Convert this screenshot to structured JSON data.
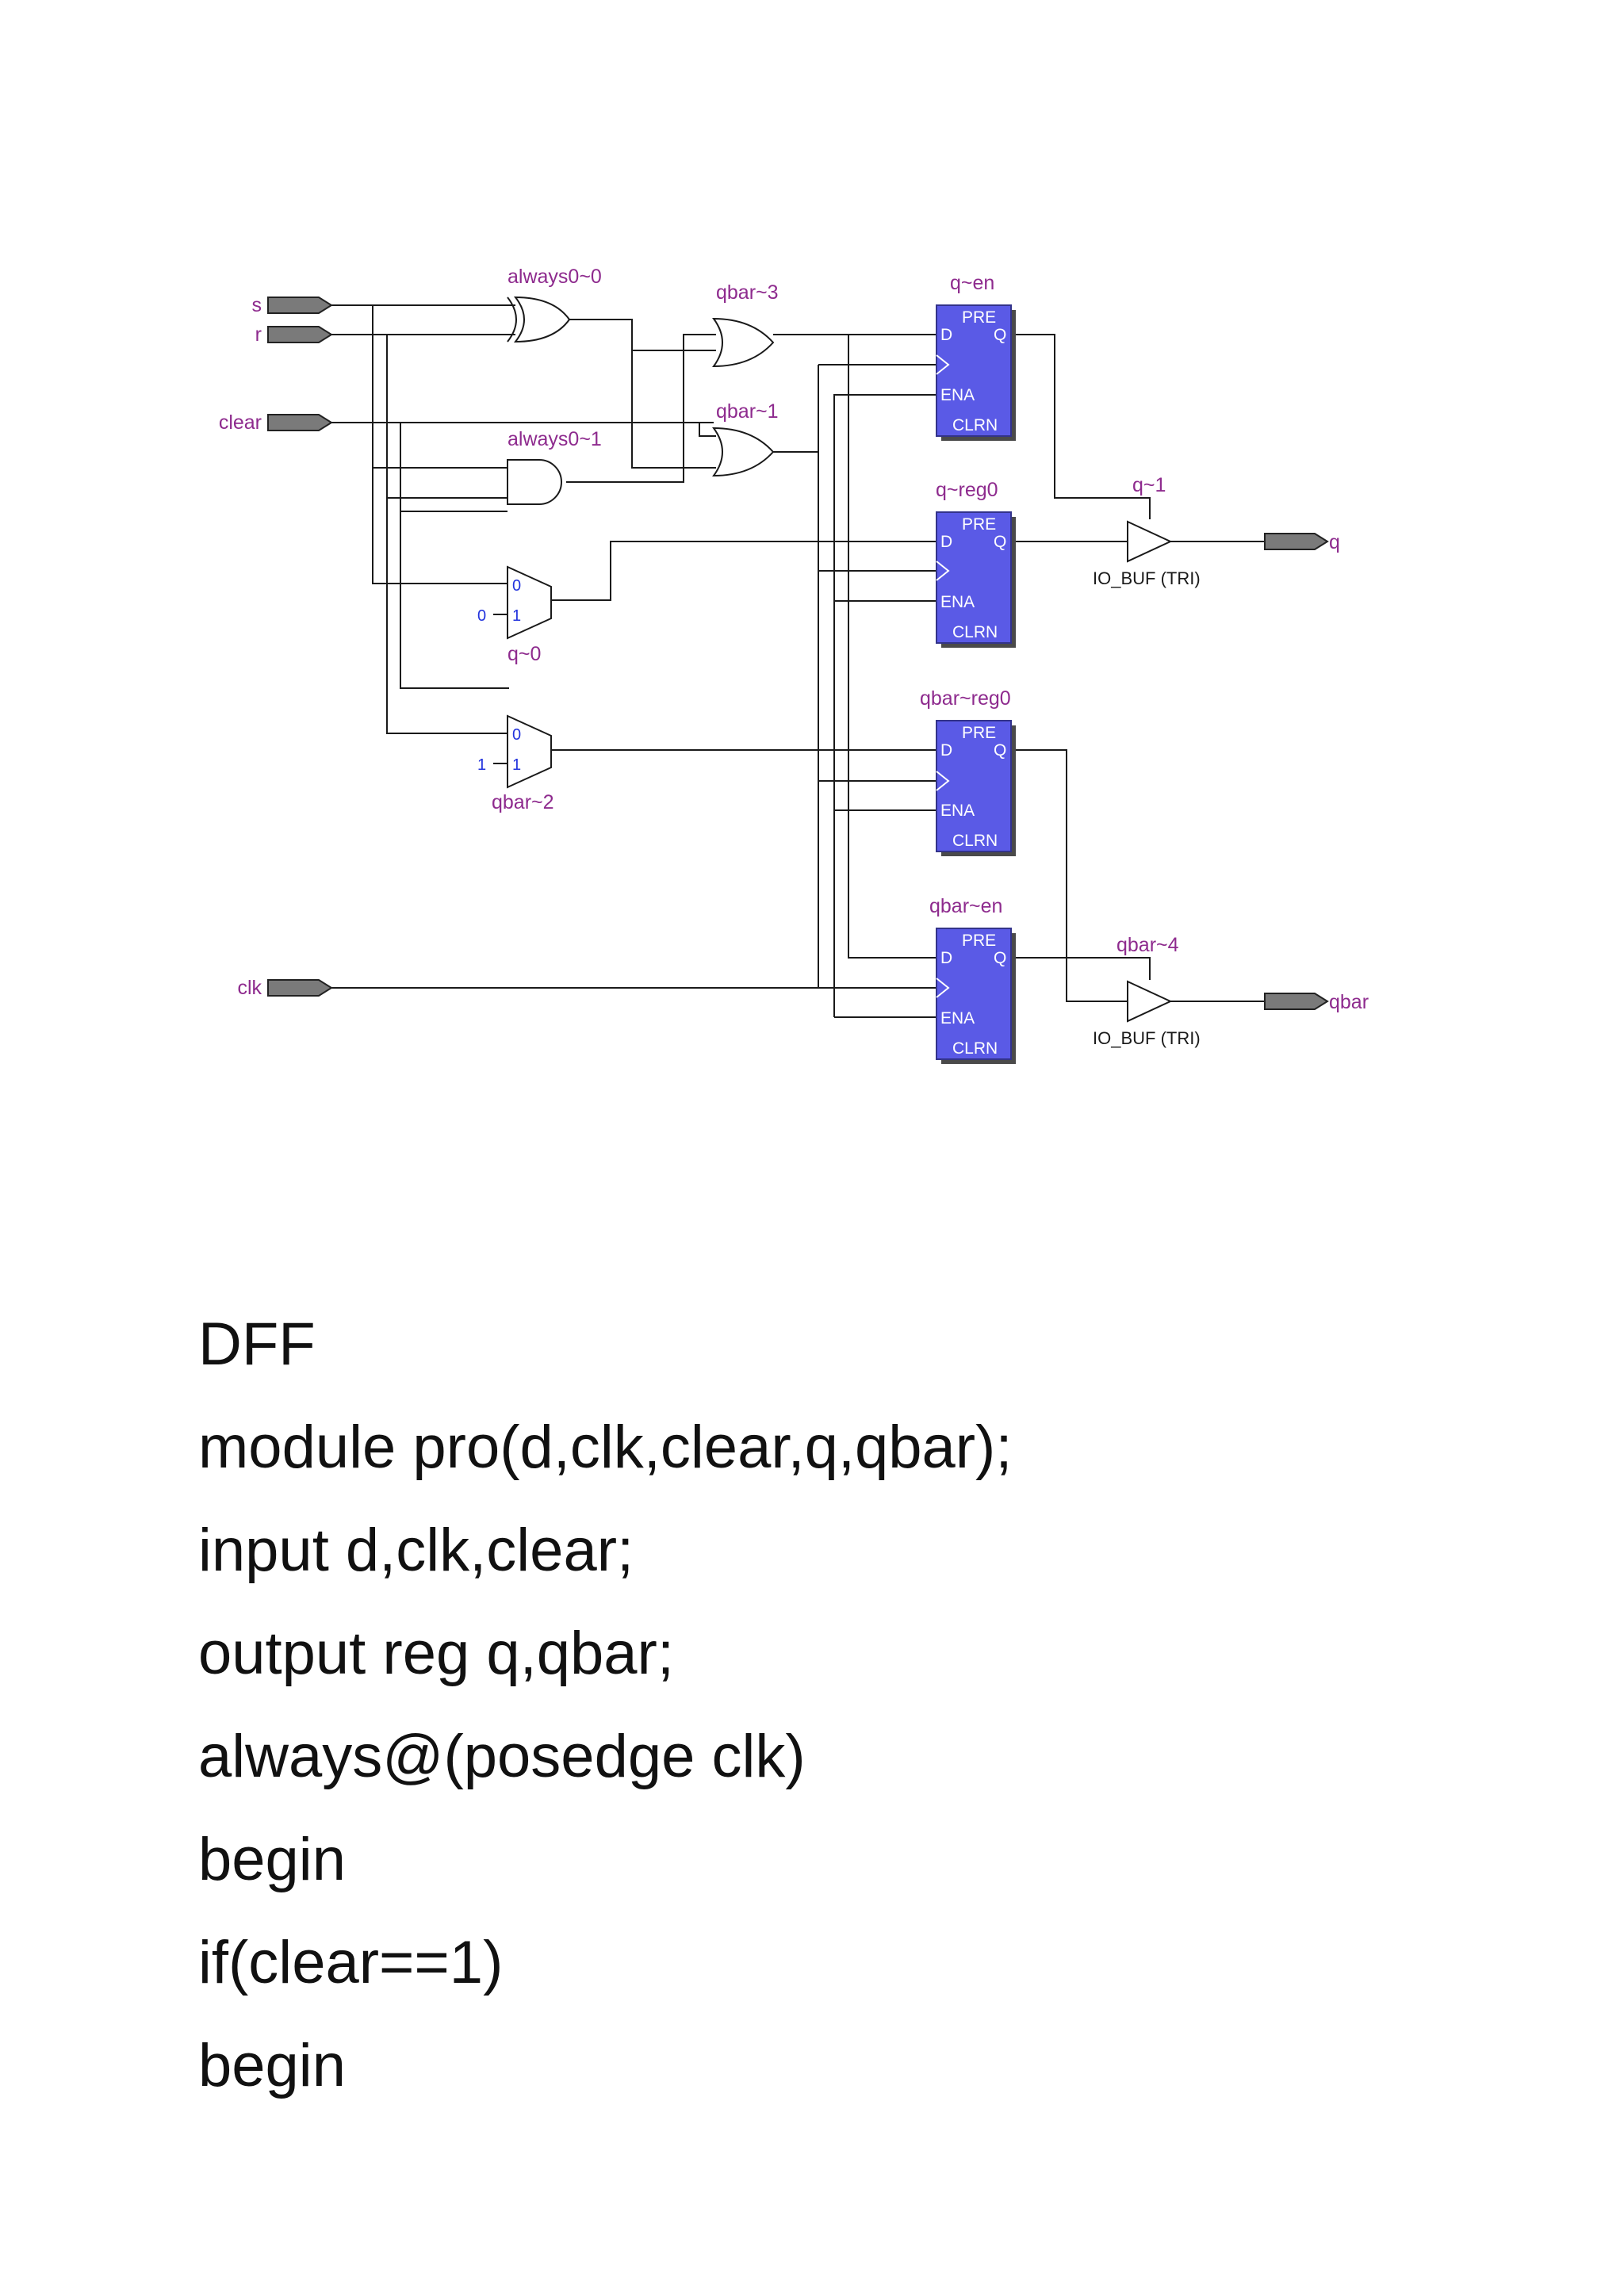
{
  "schematic": {
    "input_ports": {
      "s": "s",
      "r": "r",
      "clear": "clear",
      "clk": "clk"
    },
    "output_ports": {
      "q": "q",
      "qbar": "qbar"
    },
    "gate_labels": {
      "xor": "always0~0",
      "and": "always0~1",
      "or_top": "qbar~3",
      "or_mid": "qbar~1",
      "mux_q": "q~0",
      "mux_qbar": "qbar~2"
    },
    "mux_pins": {
      "zero": "0",
      "one": "1"
    },
    "mux_constants": {
      "q": "0",
      "qbar": "1"
    },
    "registers": [
      {
        "name": "q~en"
      },
      {
        "name": "q~reg0"
      },
      {
        "name": "qbar~reg0"
      },
      {
        "name": "qbar~en"
      }
    ],
    "register_pins": {
      "pre": "PRE",
      "d": "D",
      "q": "Q",
      "ena": "ENA",
      "clrn": "CLRN"
    },
    "buffers": [
      {
        "name": "q~1",
        "type": "IO_BUF (TRI)"
      },
      {
        "name": "qbar~4",
        "type": "IO_BUF (TRI)"
      }
    ]
  },
  "code_lines": [
    "DFF",
    "module pro(d,clk,clear,q,qbar);",
    "input d,clk,clear;",
    "output reg q,qbar;",
    "always@(posedge clk)",
    "begin",
    "if(clear==1)",
    "begin"
  ]
}
